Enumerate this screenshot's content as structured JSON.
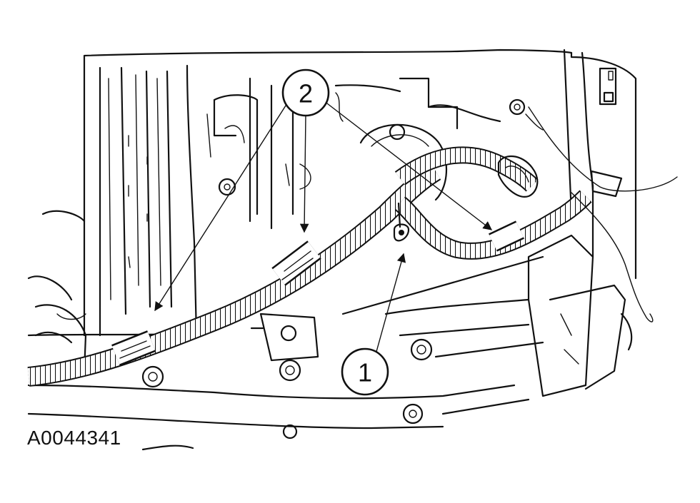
{
  "figure": {
    "id": "A0044341",
    "line_color": "#111111",
    "background": "#ffffff"
  },
  "callouts": [
    {
      "label": "1"
    },
    {
      "label": "2"
    }
  ]
}
